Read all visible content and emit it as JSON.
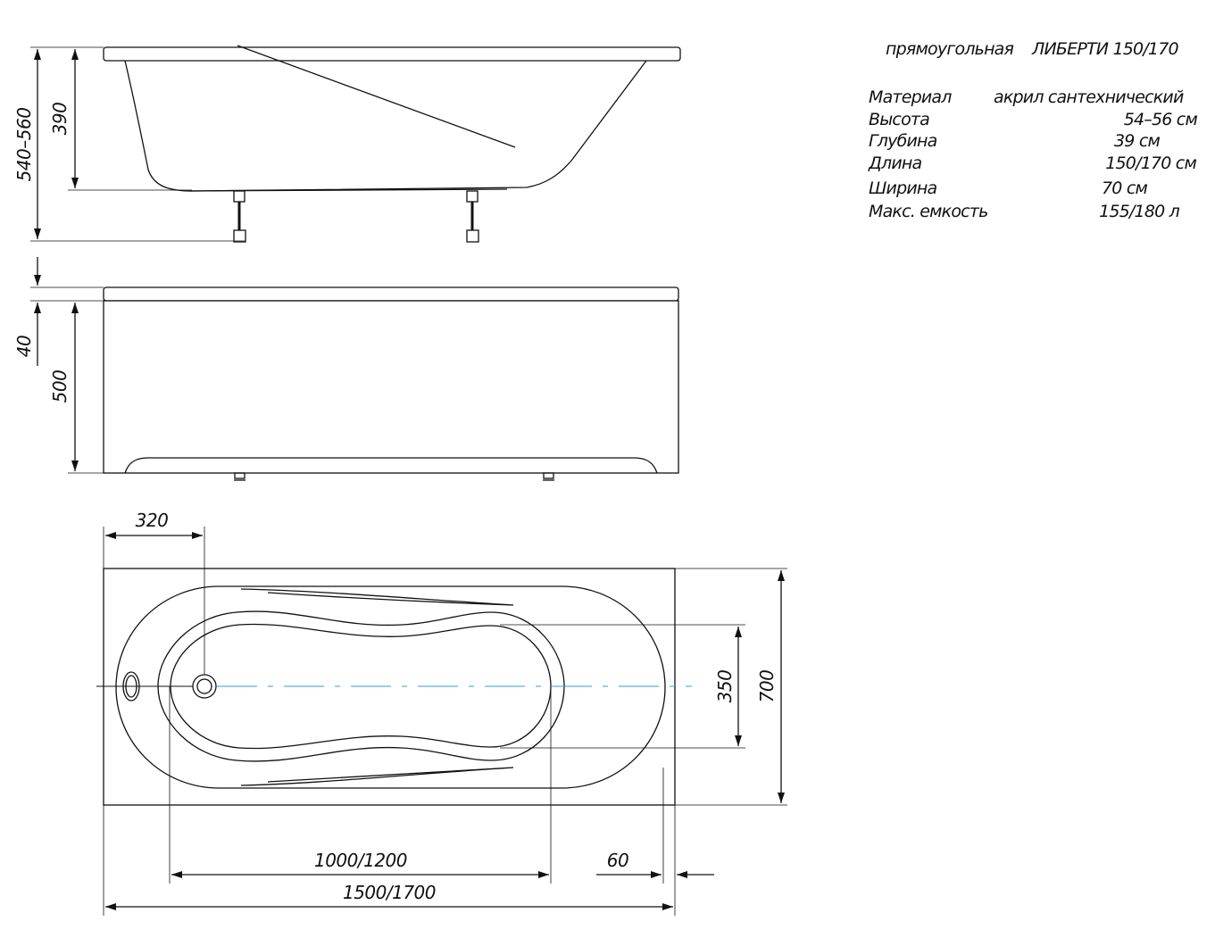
{
  "title": {
    "type": "прямоугольная",
    "model": "ЛИБЕРТИ 150/170"
  },
  "specs": {
    "material": {
      "label": "Материал",
      "value": "акрил сантехнический"
    },
    "height": {
      "label": "Высота",
      "value": "54–56 см"
    },
    "depth": {
      "label": "Глубина",
      "value": "39 см"
    },
    "length": {
      "label": "Длина",
      "value": "150/170 см"
    },
    "width": {
      "label": "Ширина",
      "value": "70 см"
    },
    "capacity": {
      "label": "Макс. емкость",
      "value": "155/180 л"
    }
  },
  "dimensions": {
    "total_height": "540–560",
    "depth": "390",
    "rim": "40",
    "panel": "500",
    "drain_offset": "320",
    "inner_width": "350",
    "outer_width": "700",
    "inner_length": "1000/1200",
    "edge": "60",
    "outer_length": "1500/1700"
  }
}
